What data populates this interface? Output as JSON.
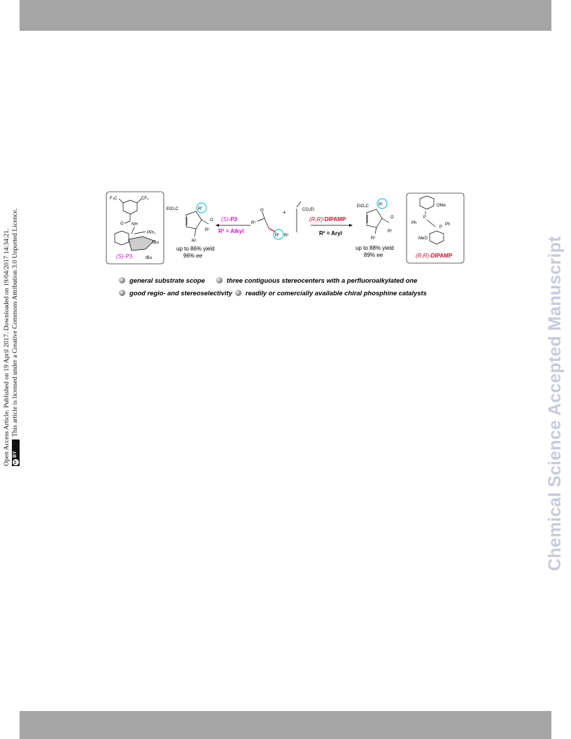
{
  "license": {
    "line1": "Open Access Article. Published on 19 April 2017. Downloaded on 19/04/2017 14:34:21.",
    "line2": "This article is licensed under a Creative Commons Attribution 3.0 Unported Licence.",
    "badge_cc": "cc",
    "badge_by": "BY"
  },
  "watermark": "Chemical Science Accepted Manuscript",
  "scheme": {
    "left_catalyst_label_prefix": "(S)",
    "left_catalyst_label_suffix": "-P3",
    "left_box_top": "F₃C",
    "left_box_top2": "CF₃",
    "left_nh": "NH",
    "left_o": "O",
    "left_ppr": "PPr₂",
    "left_tbu1": "tBu",
    "left_tbu2": "tBu",
    "left_product_ester": "EtO₂C",
    "left_product_rf": "Rᶠ",
    "left_product_r2": "R²",
    "left_product_r1": "R¹",
    "left_product_o": "O",
    "left_arrow_cat_prefix": "(S)",
    "left_arrow_cat_suffix": "-P3",
    "left_arrow_cond": "R² = Alkyl",
    "left_yield": "up to 86% yield",
    "left_ee_value": "96%",
    "left_ee_unit": "ee",
    "sm_o": "O",
    "sm_r1": "R¹",
    "sm_rf": "Rᶠ",
    "sm_r2": "R²",
    "sm_plus": "+",
    "sm_ester": "CO₂Et",
    "right_arrow_cat_prefix": "(R,R)",
    "right_arrow_cat_suffix": "-DIPAMP",
    "right_arrow_cond": "R² = Aryl",
    "right_product_ester": "EtO₂C",
    "right_product_rf": "Rᶠ",
    "right_product_r2": "R²",
    "right_product_r1": "R¹",
    "right_product_o": "O",
    "right_yield": "up to 88% yield",
    "right_ee_value": "89%",
    "right_ee_unit": "ee",
    "right_box_ome1": "OMe",
    "right_box_ome2": "MeO",
    "right_box_ph1": "Ph",
    "right_box_ph2": "Ph",
    "right_box_p1": "P",
    "right_box_p2": "P",
    "right_catalyst_label_prefix": "(R,R)",
    "right_catalyst_label_suffix": "-DIPAMP"
  },
  "bullets": {
    "b1": "general substrate scope",
    "b2": "three contiguous stereocenters with a perfluoroalkylated one",
    "b3": "good regio- and stereoselectivity",
    "b4": "readily or comercially available chiral phosphine catalysts"
  },
  "colors": {
    "bar": "#a6a6a6",
    "watermark": "#c9cadb",
    "pink": "#d116c8",
    "red": "#c8102e",
    "cyan": "#29c5e6"
  }
}
